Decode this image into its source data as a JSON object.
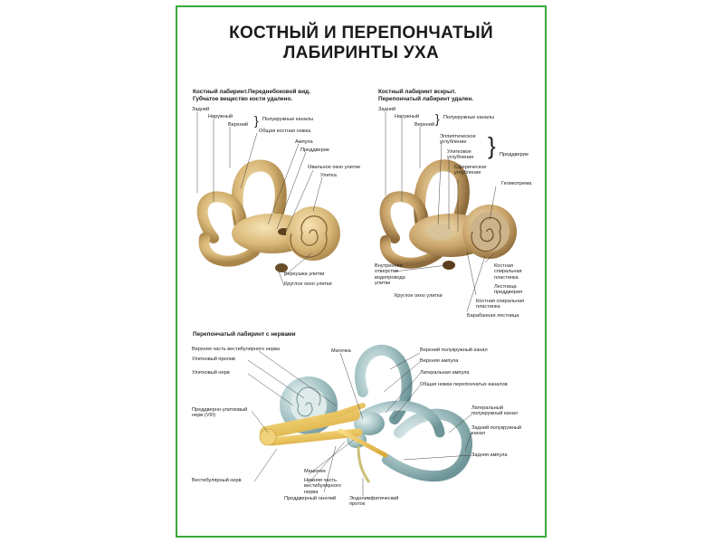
{
  "poster": {
    "title_line1": "КОСТНЫЙ И ПЕРЕПОНЧАТЫЙ",
    "title_line2": "ЛАБИРИНТЫ УХА",
    "frame_color": "#3aa83a"
  },
  "panel_a": {
    "caption_line1": "Костный лабиринт.Переднебоковой вид.",
    "caption_line2": "Губчатое вещество кости удалено.",
    "labels": {
      "zadniy": "Задний",
      "naruzhny": "Наружный",
      "verhniy": "Верхний",
      "polukruzh": "Полукружные каналы",
      "obshaya": "Общая костная ножка",
      "ampula": "Ампула",
      "preddverie": "Преддверие",
      "ovalnoe": "Овальное окно улитки",
      "ulitka": "Улитка",
      "verhushka": "Верхушка улитки",
      "krugloe": "Круглое окно улитки"
    }
  },
  "panel_b": {
    "caption_line1": "Костный лабиринт вскрыт.",
    "caption_line2": "Перепончатый лабиринт удален.",
    "labels": {
      "zadniy": "Задний",
      "naruzhny": "Наружный",
      "verhniy": "Верхний",
      "polukruzh": "Полукружные каналы",
      "ellipt1": "Эллиптическое",
      "ellipt2": "углубление",
      "ulitk1": "Улитковое",
      "ulitk2": "углубление",
      "sfer1": "Сферическое",
      "sfer2": "углубление",
      "preddverie": "Преддверие",
      "gelikotrema": "Геликотрема",
      "vnutr1": "Внутреннее",
      "vnutr2": "отверстие",
      "vnutr3": "водопровода",
      "vnutr4": "улитки",
      "kost1": "Костная",
      "kost2": "спиральная",
      "kost3": "пластинка",
      "lest1": "Лестница",
      "lest2": "преддверия",
      "krugloe": "Круглое окно улитки",
      "kost_b1": "Костная спиральная",
      "kost_b2": "пластинка",
      "baraban": "Барабанная лестница"
    }
  },
  "panel_c": {
    "caption": "Перепончатый лабиринт с нервами",
    "labels": {
      "verh_chast": "Верхняя часть вестибулярного нерва",
      "ulit_proliv": "Улитковый пролив",
      "ulit_nerv": "Улитковый нерв",
      "pred_ul1": "Преддверно-улитковый",
      "pred_ul2": "нерв (VIII)",
      "vestib_nerv": "Вестибулярный нерв",
      "matochka": "Маточка",
      "meshochek": "Мешочек",
      "nizh1": "Нижняя часть",
      "nizh2": "вестибулярного",
      "nizh3": "нерва",
      "pred_gang": "Преддверный ганглий",
      "endo1": "Эндолимфатический",
      "endo2": "проток",
      "verh_kanal": "Верхний полукружный канал",
      "verh_ampula": "Верхняя ампула",
      "lat_ampula": "Латеральная ампула",
      "obsh_nozhka": "Общая ножка перепончатых каналов",
      "lat_kan1": "Латеральный",
      "lat_kan2": "полукружный канал",
      "zad_kan1": "Задний полукружный",
      "zad_kan2": "канал",
      "zad_ampula": "Задняя ампула"
    }
  }
}
